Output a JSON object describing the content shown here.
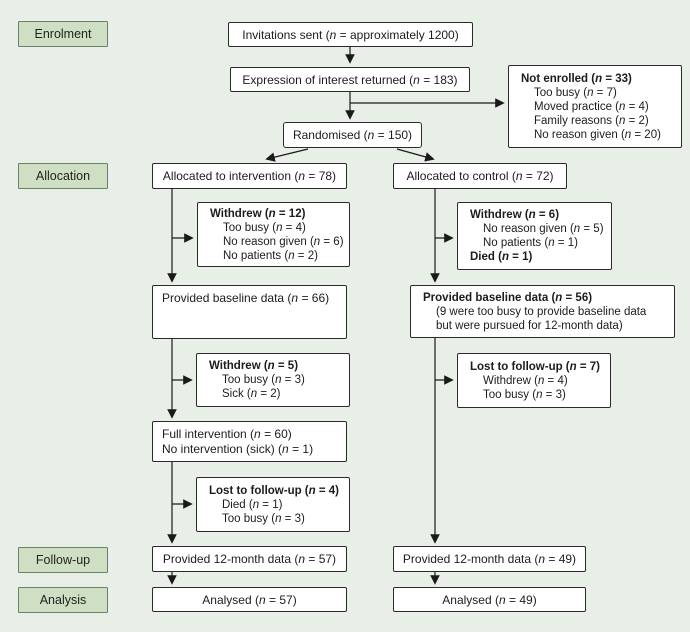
{
  "colors": {
    "background": "#e8efe6",
    "box_fill": "#ffffff",
    "box_border": "#2b2b2b",
    "stage_fill": "#cfdfc3",
    "stage_border": "#6e7f6d",
    "line_color": "#1a1a1a",
    "text_color": "#1c1c1c"
  },
  "stage_labels": {
    "enrolment": "Enrolment",
    "allocation": "Allocation",
    "follow_up": "Follow-up",
    "analysis": "Analysis"
  },
  "boxes": {
    "invitations": {
      "lines": [
        "Invitations sent (n = approximately 1200)"
      ]
    },
    "expression": {
      "lines": [
        "Expression of interest returned (n = 183)"
      ]
    },
    "not_enrolled": {
      "lines": [
        "Not enrolled (n = 33)",
        "Too busy (n = 7)",
        "Moved practice (n = 4)",
        "Family reasons (n = 2)",
        "No reason given (n = 20)"
      ]
    },
    "randomised": {
      "lines": [
        "Randomised (n = 150)"
      ]
    },
    "allocated_intervention": {
      "lines": [
        "Allocated to intervention (n = 78)"
      ]
    },
    "allocated_control": {
      "lines": [
        "Allocated to control (n = 72)"
      ]
    },
    "withdrew_12": {
      "lines": [
        "Withdrew (n = 12)",
        "Too busy (n = 4)",
        "No reason given (n = 6)",
        "No patients (n = 2)"
      ]
    },
    "withdrew_6": {
      "lines": [
        "Withdrew (n = 6)",
        "No reason given (n = 5)",
        "No patients (n = 1)",
        "Died (n = 1)"
      ]
    },
    "baseline_66": {
      "lines": [
        "Provided baseline data (n = 66)"
      ]
    },
    "baseline_56": {
      "lines": [
        "Provided baseline data (n = 56)",
        "(9 were too busy to provide baseline data",
        "but were pursued for 12-month data)"
      ]
    },
    "withdrew_5": {
      "lines": [
        "Withdrew (n = 5)",
        "Too busy (n = 3)",
        "Sick (n = 2)"
      ]
    },
    "lost_7": {
      "lines": [
        "Lost to follow-up (n = 7)",
        "Withdrew (n = 4)",
        "Too busy (n = 3)"
      ]
    },
    "full_intervention": {
      "lines": [
        "Full intervention (n = 60)",
        "No intervention (sick) (n = 1)"
      ]
    },
    "lost_4": {
      "lines": [
        "Lost to follow-up (n = 4)",
        "Died (n = 1)",
        "Too busy (n = 3)"
      ]
    },
    "data_12_57": {
      "lines": [
        "Provided 12-month data (n = 57)"
      ]
    },
    "data_12_49": {
      "lines": [
        "Provided 12-month data (n = 49)"
      ]
    },
    "analysed_57": {
      "lines": [
        "Analysed (n = 57)"
      ]
    },
    "analysed_49": {
      "lines": [
        "Analysed (n = 49)"
      ]
    }
  }
}
